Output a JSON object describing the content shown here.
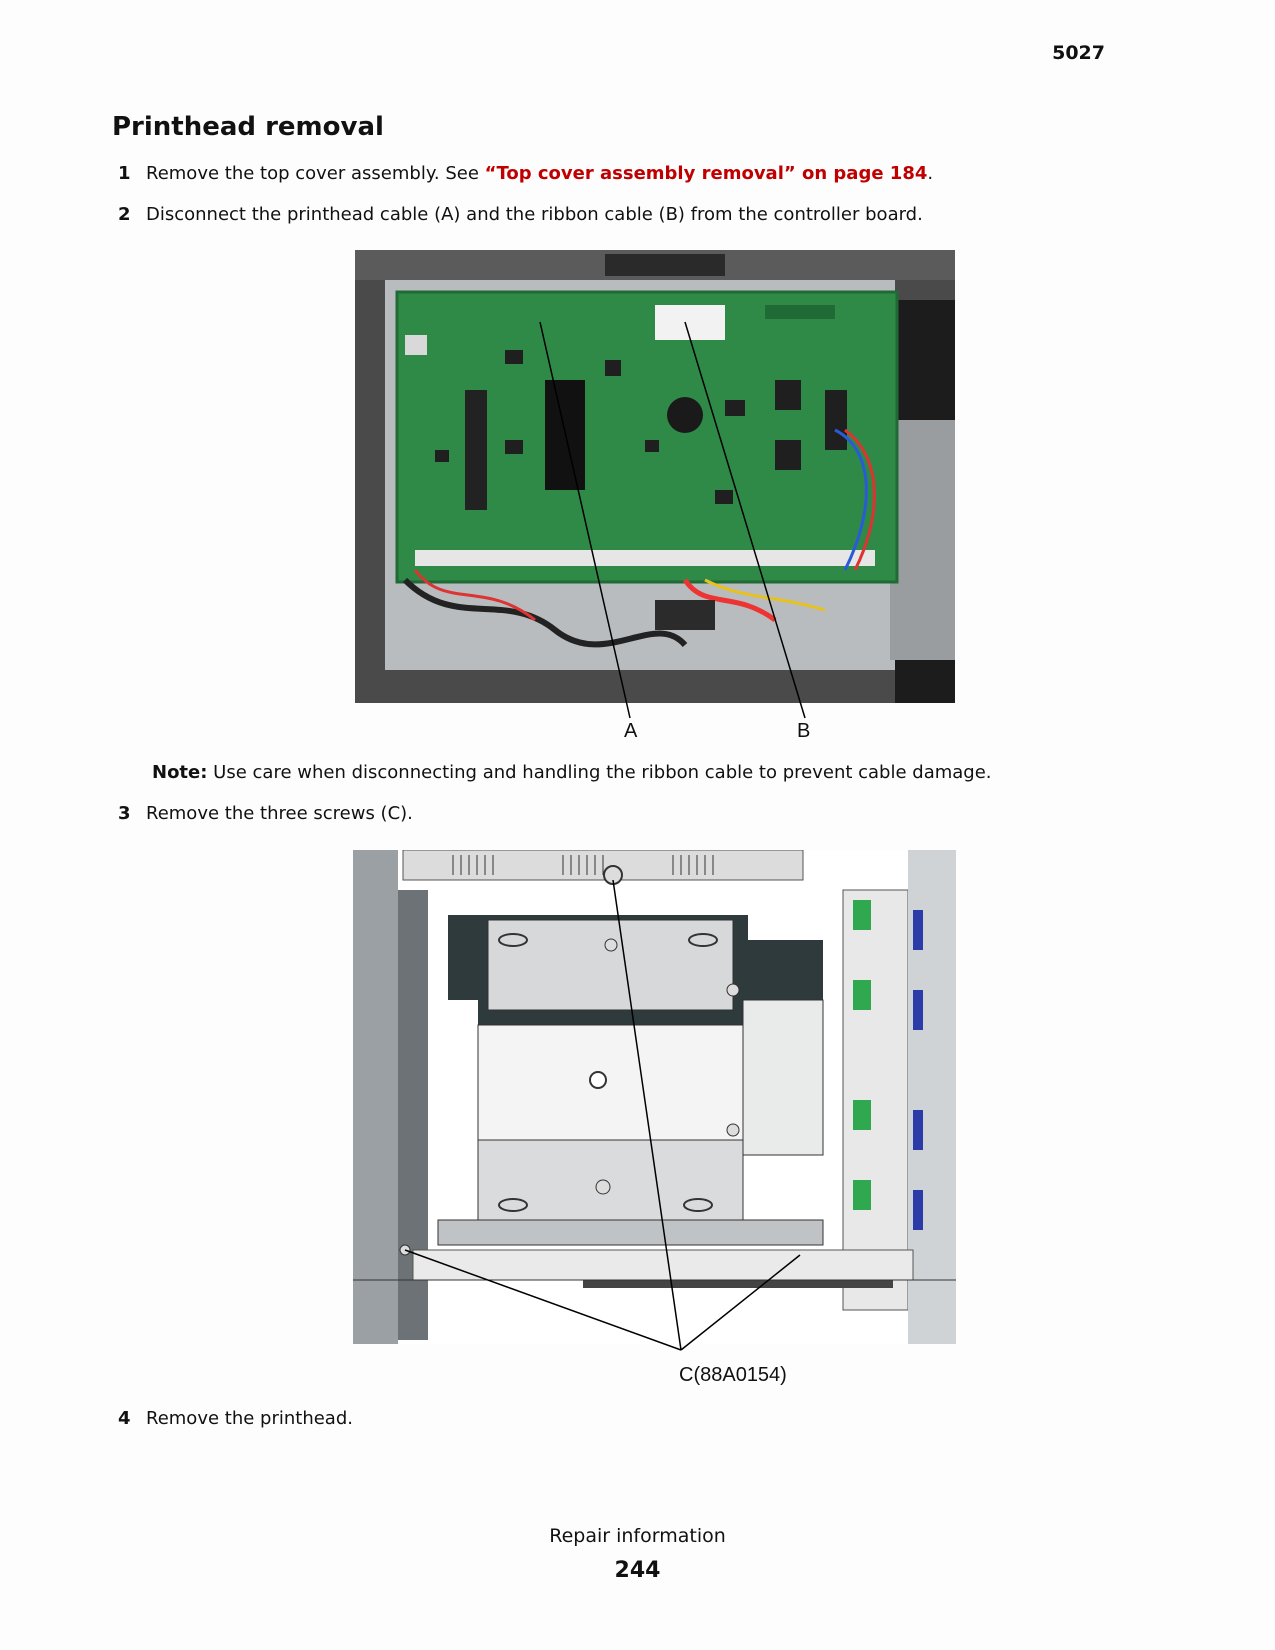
{
  "header": {
    "machine_type": "5027"
  },
  "page_title": "Printhead removal",
  "steps": [
    {
      "number": "1",
      "text_before": "Remove the top cover assembly. See ",
      "link": "“Top cover assembly removal” on page 184",
      "text_after": "."
    },
    {
      "number": "2",
      "text": "Disconnect the printhead cable (A) and the ribbon cable (B) from the controller board."
    },
    {
      "number": "3",
      "text": "Remove the three screws (C)."
    },
    {
      "number": "4",
      "text": "Remove the printhead."
    }
  ],
  "figure1": {
    "callouts": [
      "A",
      "B"
    ]
  },
  "note": {
    "label": "Note:",
    "text": " Use care when disconnecting and handling the ribbon cable to prevent cable damage."
  },
  "figure2": {
    "callout": "C(88A0154)"
  },
  "footer": {
    "section": "Repair information",
    "page_number": "244"
  },
  "colors": {
    "link": "#c00000",
    "board_green": "#2f8a48",
    "chassis_gray": "#6e6e6e"
  }
}
